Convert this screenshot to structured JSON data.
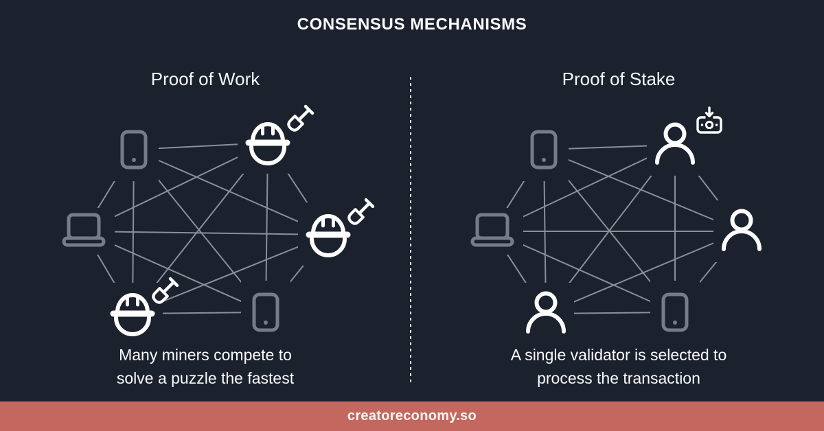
{
  "title": "CONSENSUS MECHANISMS",
  "panels": {
    "pow": {
      "heading": "Proof of Work",
      "caption": [
        "Many miners compete to",
        "solve a puzzle the fastest"
      ],
      "topology": "full-mesh",
      "nodes": [
        {
          "position": "top-left",
          "icon": "smartphone-icon"
        },
        {
          "position": "top-right",
          "icon": "miner-helmet-icon",
          "accessory": "shovel-icon"
        },
        {
          "position": "left",
          "icon": "laptop-icon"
        },
        {
          "position": "right",
          "icon": "miner-helmet-icon",
          "accessory": "shovel-icon"
        },
        {
          "position": "bottom-left",
          "icon": "miner-helmet-icon",
          "accessory": "shovel-icon"
        },
        {
          "position": "bottom-right",
          "icon": "smartphone-icon"
        }
      ]
    },
    "pos": {
      "heading": "Proof of Stake",
      "caption": [
        "A single validator is selected to",
        "process the transaction"
      ],
      "topology": "full-mesh",
      "nodes": [
        {
          "position": "top-left",
          "icon": "smartphone-icon"
        },
        {
          "position": "top-right",
          "icon": "validator-person-icon",
          "accessory": "stake-deposit-icon"
        },
        {
          "position": "left",
          "icon": "laptop-icon"
        },
        {
          "position": "right",
          "icon": "validator-person-icon"
        },
        {
          "position": "bottom-left",
          "icon": "validator-person-icon"
        },
        {
          "position": "bottom-right",
          "icon": "smartphone-icon"
        }
      ]
    }
  },
  "footer": {
    "url": "creatoreconomy.so"
  },
  "colors": {
    "background": "#1b212d",
    "footer_bar": "#c4675f",
    "device_icon_gray": "#767d87",
    "network_line_gray": "#8a9098",
    "highlight_white": "#ffffff"
  }
}
